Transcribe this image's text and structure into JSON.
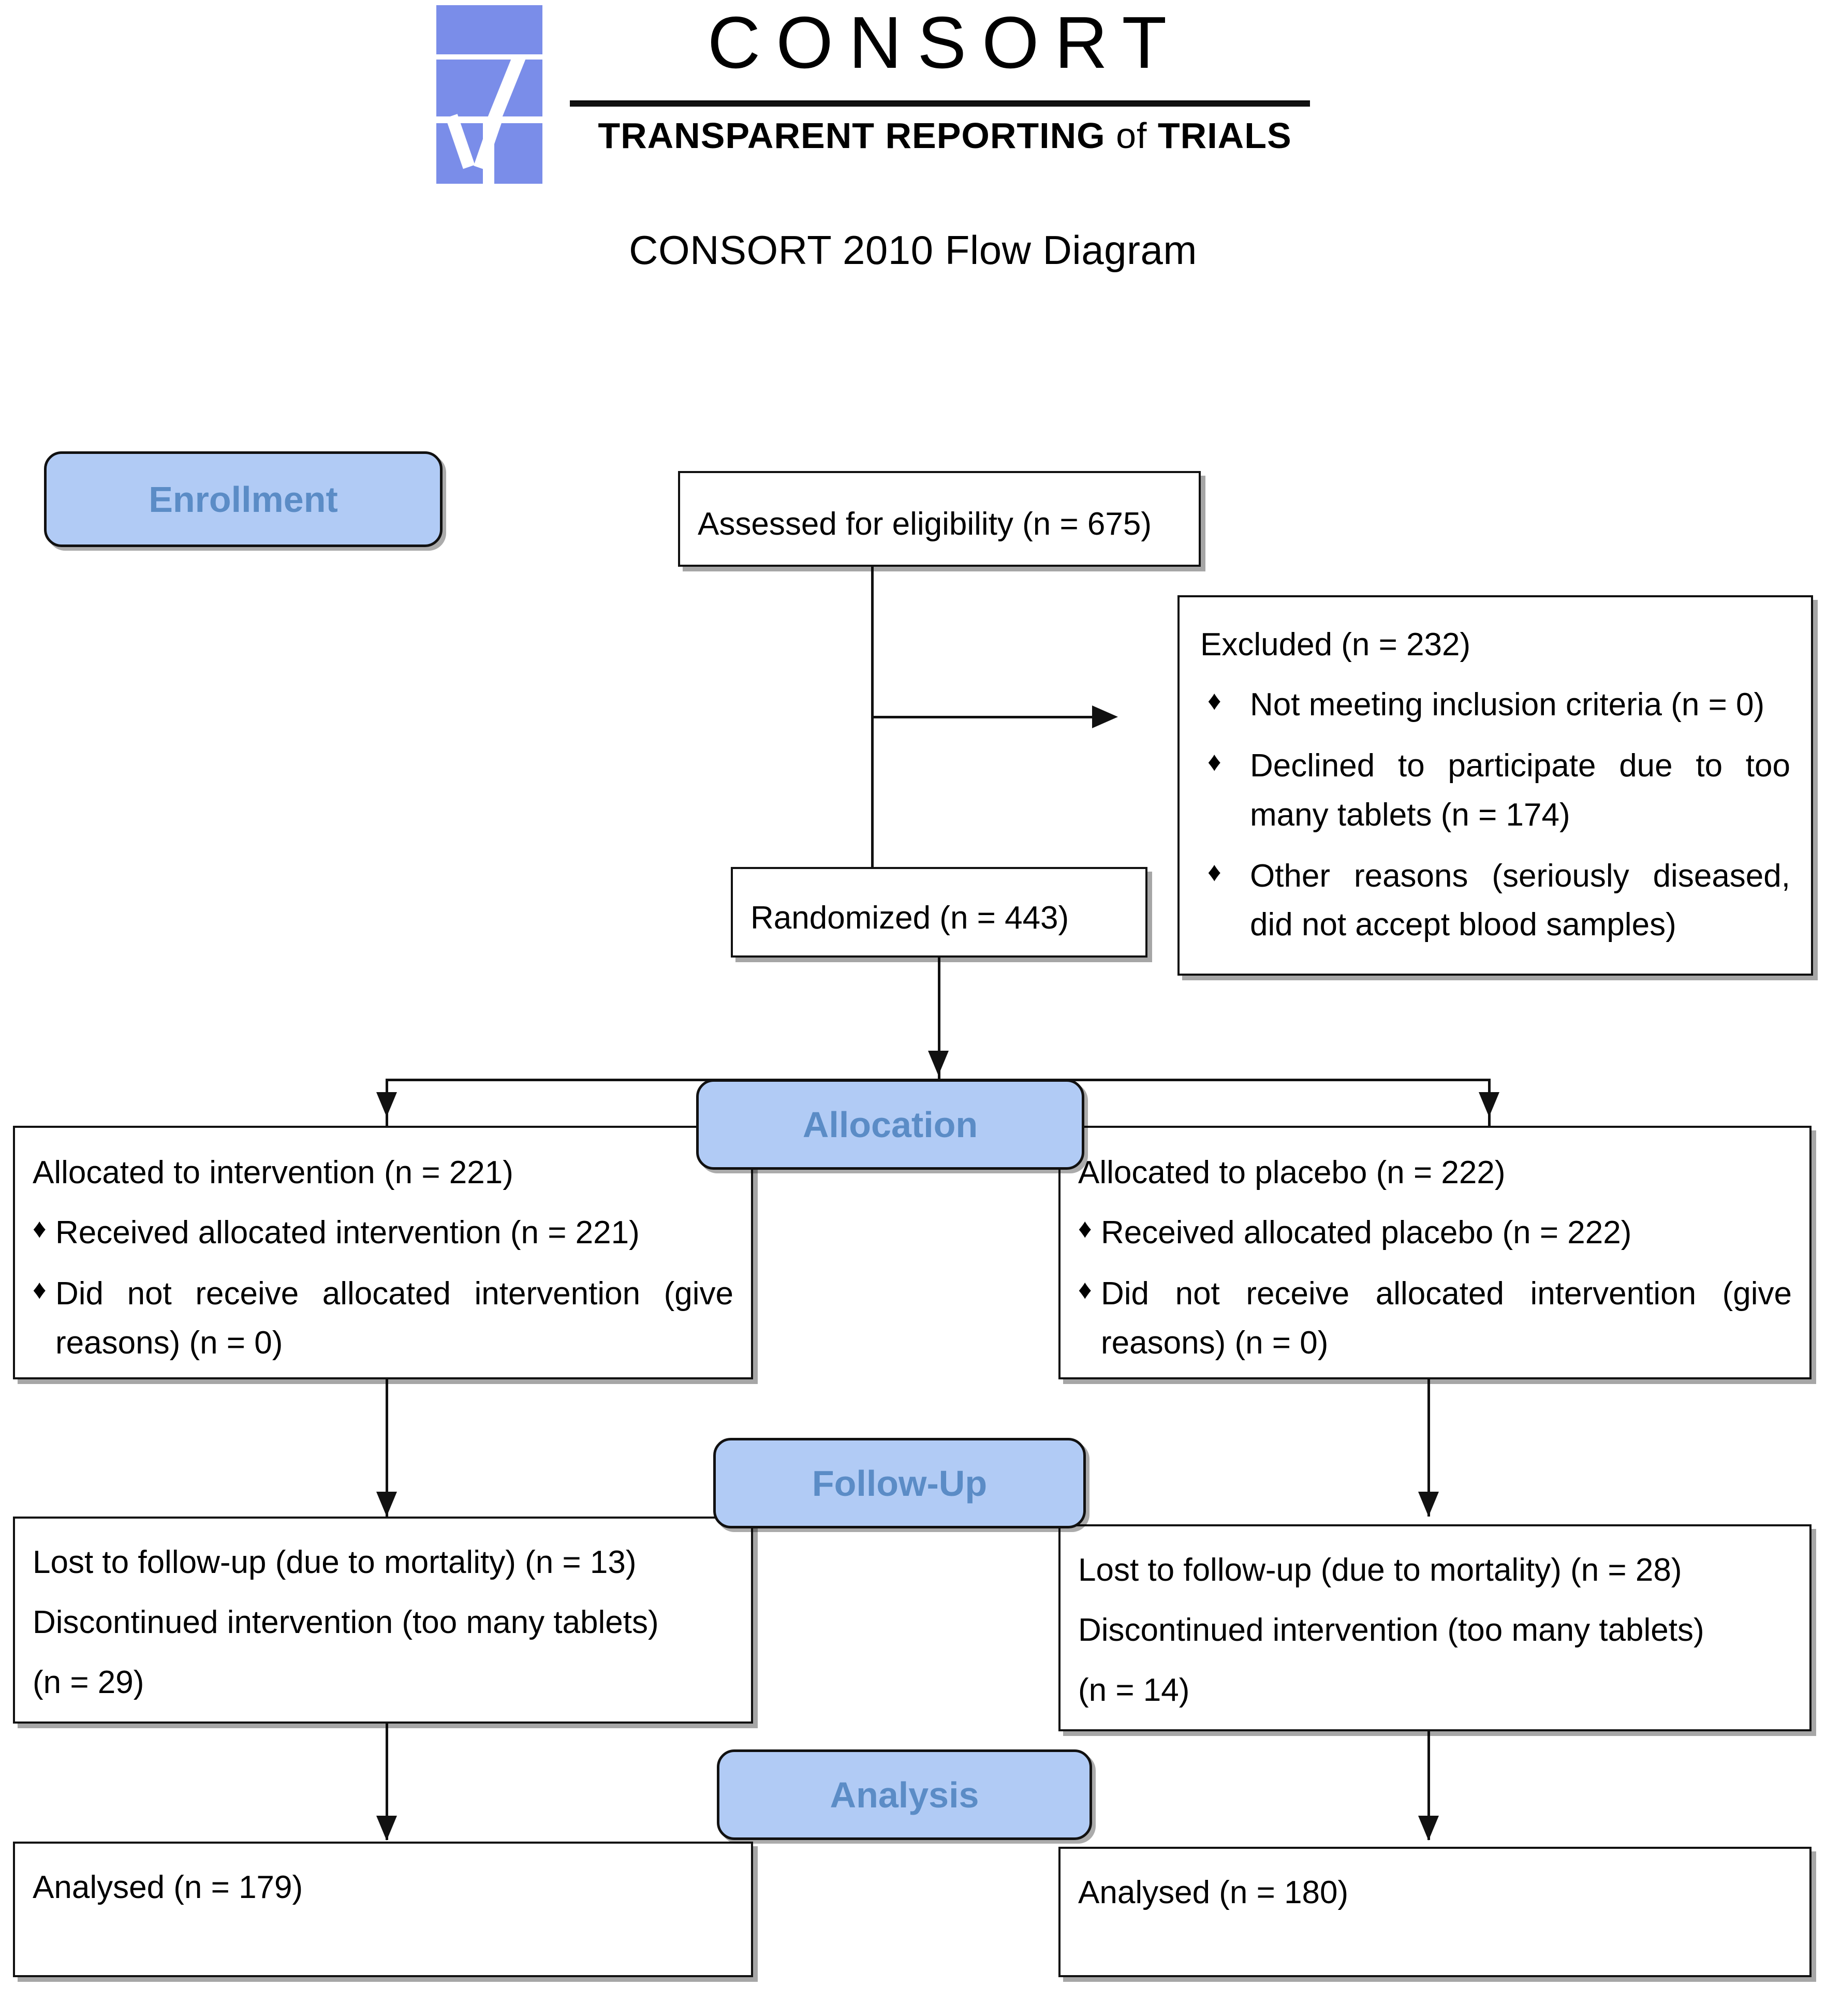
{
  "logo": {
    "wordmark": "CONSORT",
    "tagline_main": "TRANSPARENT REPORTING",
    "tagline_of": "of",
    "tagline_end": "TRIALS"
  },
  "title": "CONSORT 2010 Flow Diagram",
  "stages": {
    "enrollment": "Enrollment",
    "allocation": "Allocation",
    "followup": "Follow-Up",
    "analysis": "Analysis"
  },
  "boxes": {
    "assessed": {
      "text": "Assessed for eligibility (n = 675)"
    },
    "excluded": {
      "heading": "Excluded (n = 232)",
      "items": [
        "Not meeting inclusion criteria (n = 0)",
        "Declined to participate due to too many tablets (n = 174)",
        "Other reasons (seriously diseased, did not accept blood samples)"
      ]
    },
    "randomized": {
      "text": "Randomized (n = 443)"
    },
    "alloc_left": {
      "heading": "Allocated to intervention (n = 221)",
      "items": [
        "Received allocated intervention (n = 221)",
        "Did not receive allocated intervention (give reasons) (n = 0)"
      ]
    },
    "alloc_right": {
      "heading": "Allocated to placebo (n = 222)",
      "items": [
        "Received allocated placebo (n = 222)",
        "Did not receive allocated intervention (give reasons) (n = 0)"
      ]
    },
    "follow_left": {
      "line1": "Lost to follow-up (due to mortality) (n = 13)",
      "line2": "Discontinued intervention (too many tablets)",
      "line3": "(n = 29)"
    },
    "follow_right": {
      "line1": "Lost to follow-up (due to mortality) (n = 28)",
      "line2": "Discontinued intervention (too many tablets)",
      "line3": "(n = 14)"
    },
    "analysis_left": {
      "text": "Analysed    (n = 179)"
    },
    "analysis_right": {
      "text": "Analysed    (n = 180)"
    }
  },
  "bullet_glyph": "♦",
  "colors": {
    "logo_blue": "#7a8de9",
    "badge_fill": "#b1cbf5",
    "badge_text": "#5b8cc6",
    "line": "#111111"
  }
}
